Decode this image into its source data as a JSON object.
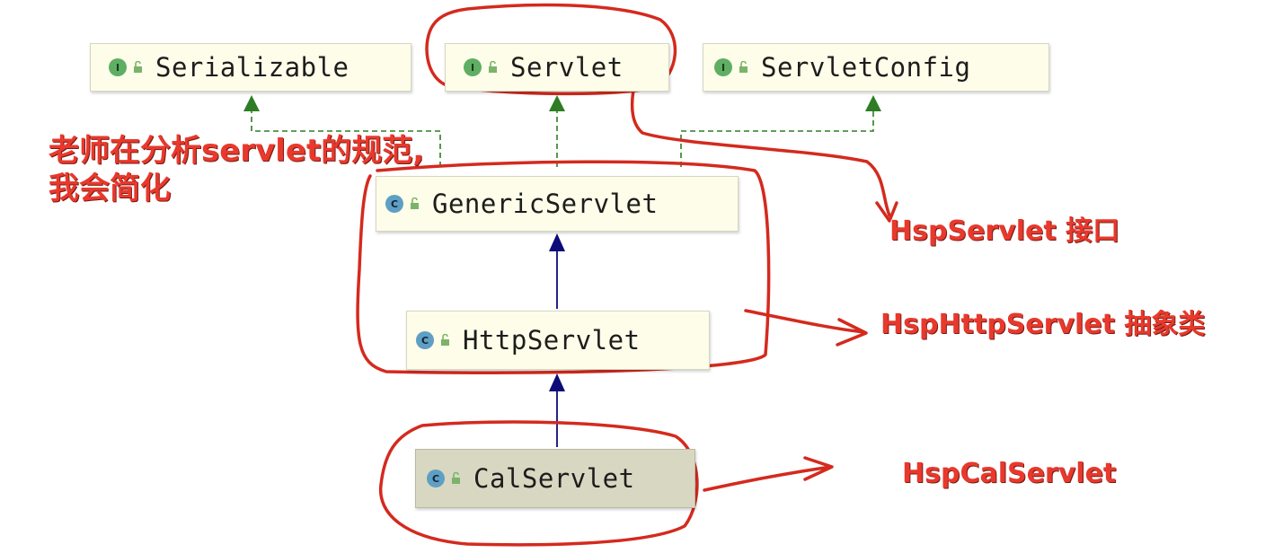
{
  "nodes": {
    "serializable": {
      "kind": "I",
      "name": "Serializable"
    },
    "servlet": {
      "kind": "I",
      "name": "Servlet"
    },
    "servlet_config": {
      "kind": "I",
      "name": "ServletConfig"
    },
    "generic_servlet": {
      "kind": "C",
      "name": "GenericServlet"
    },
    "http_servlet": {
      "kind": "C",
      "name": "HttpServlet"
    },
    "cal_servlet": {
      "kind": "C",
      "name": "CalServlet"
    }
  },
  "annotations": {
    "teacher_note_line1": "老师在分析servlet的规范,",
    "teacher_note_line2": "我会简化",
    "hsp_servlet": "HspServlet 接口",
    "hsp_http_servlet": "HspHttpServlet 抽象类",
    "hsp_cal_servlet": "HspCalServlet"
  },
  "colors": {
    "implements_arrow": "#2e7d24",
    "extends_arrow": "#0b0b7a",
    "markup": "#d42a1e"
  }
}
